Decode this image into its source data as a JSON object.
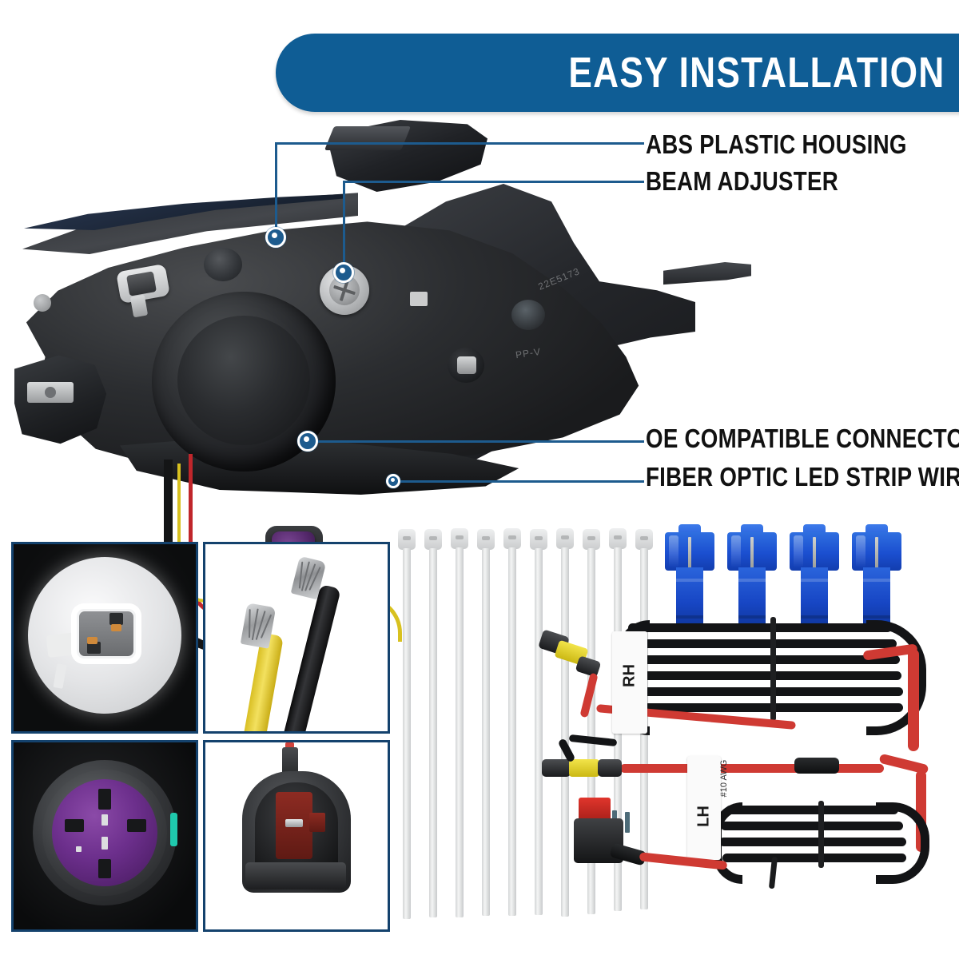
{
  "header": {
    "title": "EASY INSTALLATION",
    "banner_color": "#0f5d95"
  },
  "callouts": [
    {
      "id": "abs-plastic-housing",
      "label": "ABS PLASTIC HOUSING"
    },
    {
      "id": "beam-adjuster",
      "label": "BEAM ADJUSTER"
    },
    {
      "id": "oe-compatible-connector",
      "label": "OE COMPATIBLE CONNECTOR"
    },
    {
      "id": "fiber-optic-led-strip-wiring",
      "label": "FIBER OPTIC LED STRIP WIRING"
    }
  ],
  "accent": {
    "line_color": "#1d5b8e",
    "dot_color": "#1d5b8e",
    "panel_border": "#14426d"
  },
  "product": {
    "main_image_name": "headlight-assembly-rear-view"
  },
  "panels": [
    {
      "id": "panel-bulb-socket",
      "name": "white-bulb-socket-closeup"
    },
    {
      "id": "panel-stripped-wires",
      "name": "yellow-black-stripped-wires"
    },
    {
      "id": "panel-purple-connector",
      "name": "purple-oe-connector-socket"
    },
    {
      "id": "panel-red-plug",
      "name": "red-black-plug-connector"
    }
  ],
  "accessories": {
    "zip_ties": {
      "name": "white-zip-ties",
      "count": 10
    },
    "wire_taps": {
      "name": "blue-scotch-lock-wire-taps",
      "count": 4
    },
    "harness": {
      "name": "led-wiring-harness-pair",
      "labels": [
        {
          "side": "RH",
          "sub": ""
        },
        {
          "side": "LH",
          "sub": "#10 AWG"
        }
      ]
    }
  }
}
